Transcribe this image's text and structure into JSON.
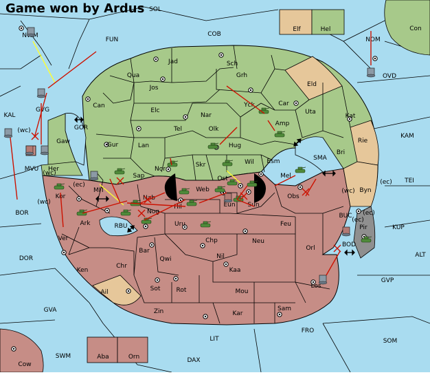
{
  "title": "Game won by Ardus",
  "colors": {
    "sea": "#a9dcf0",
    "green_land": "#a7c98a",
    "red_land": "#c68d86",
    "neutral_land": "#e6c79a",
    "gray_land": "#8f8f8f",
    "border": "#000000",
    "move_arrow": "#cc1100",
    "support_line": "#ffff33",
    "green_unit": "#4f8a3a",
    "red_unit": "#b37a73",
    "gray_unit": "#8c9aa6"
  },
  "regions": {
    "sea": [
      "COB",
      "FUN",
      "NWM",
      "KAL",
      "BOR",
      "DOR",
      "GVA",
      "SWM",
      "DAX",
      "LIT",
      "FRO",
      "SOM",
      "GVP",
      "ALT",
      "KUP",
      "TEI",
      "KAM",
      "OVD",
      "NOM",
      "Con",
      "GOR",
      "MIT",
      "RBU",
      "SMA",
      "BUC",
      "BOD"
    ],
    "green": [
      "Jad",
      "Sch",
      "Qua",
      "Jos",
      "Grh",
      "Can",
      "Elc",
      "Nar",
      "Yck",
      "Car",
      "Tel",
      "Olk",
      "Amp",
      "Gur",
      "Lan",
      "Hug",
      "Wil",
      "Esm",
      "Nor",
      "Skr",
      "Ost",
      "Sap",
      "Web",
      "Gaw",
      "Her",
      "Hel",
      "Uta",
      "Kat",
      "Bri",
      "Mel",
      "MVU"
    ],
    "red": [
      "Kor",
      "Ark",
      "Nab",
      "Hil",
      "Nog",
      "Eun",
      "Sun",
      "Obs",
      "Uru",
      "Feu",
      "Chp",
      "Neu",
      "Ver",
      "Bar",
      "Qwi",
      "Nil",
      "Orl",
      "Ken",
      "Chr",
      "Kaa",
      "Sot",
      "Rot",
      "Mou",
      "Los",
      "Zin",
      "Kar",
      "Sam",
      "Aba",
      "Orn",
      "Cow",
      "GVG"
    ],
    "neutral": [
      "Elf",
      "Eld",
      "Rie",
      "Byn",
      "Ail"
    ],
    "gray": [
      "Pir"
    ]
  },
  "coast_tags": [
    "(wc)",
    "(wc)",
    "(ec)",
    "(wc)",
    "(ec)",
    "(wc)",
    "(ec)",
    "(ec)",
    "SOL"
  ]
}
